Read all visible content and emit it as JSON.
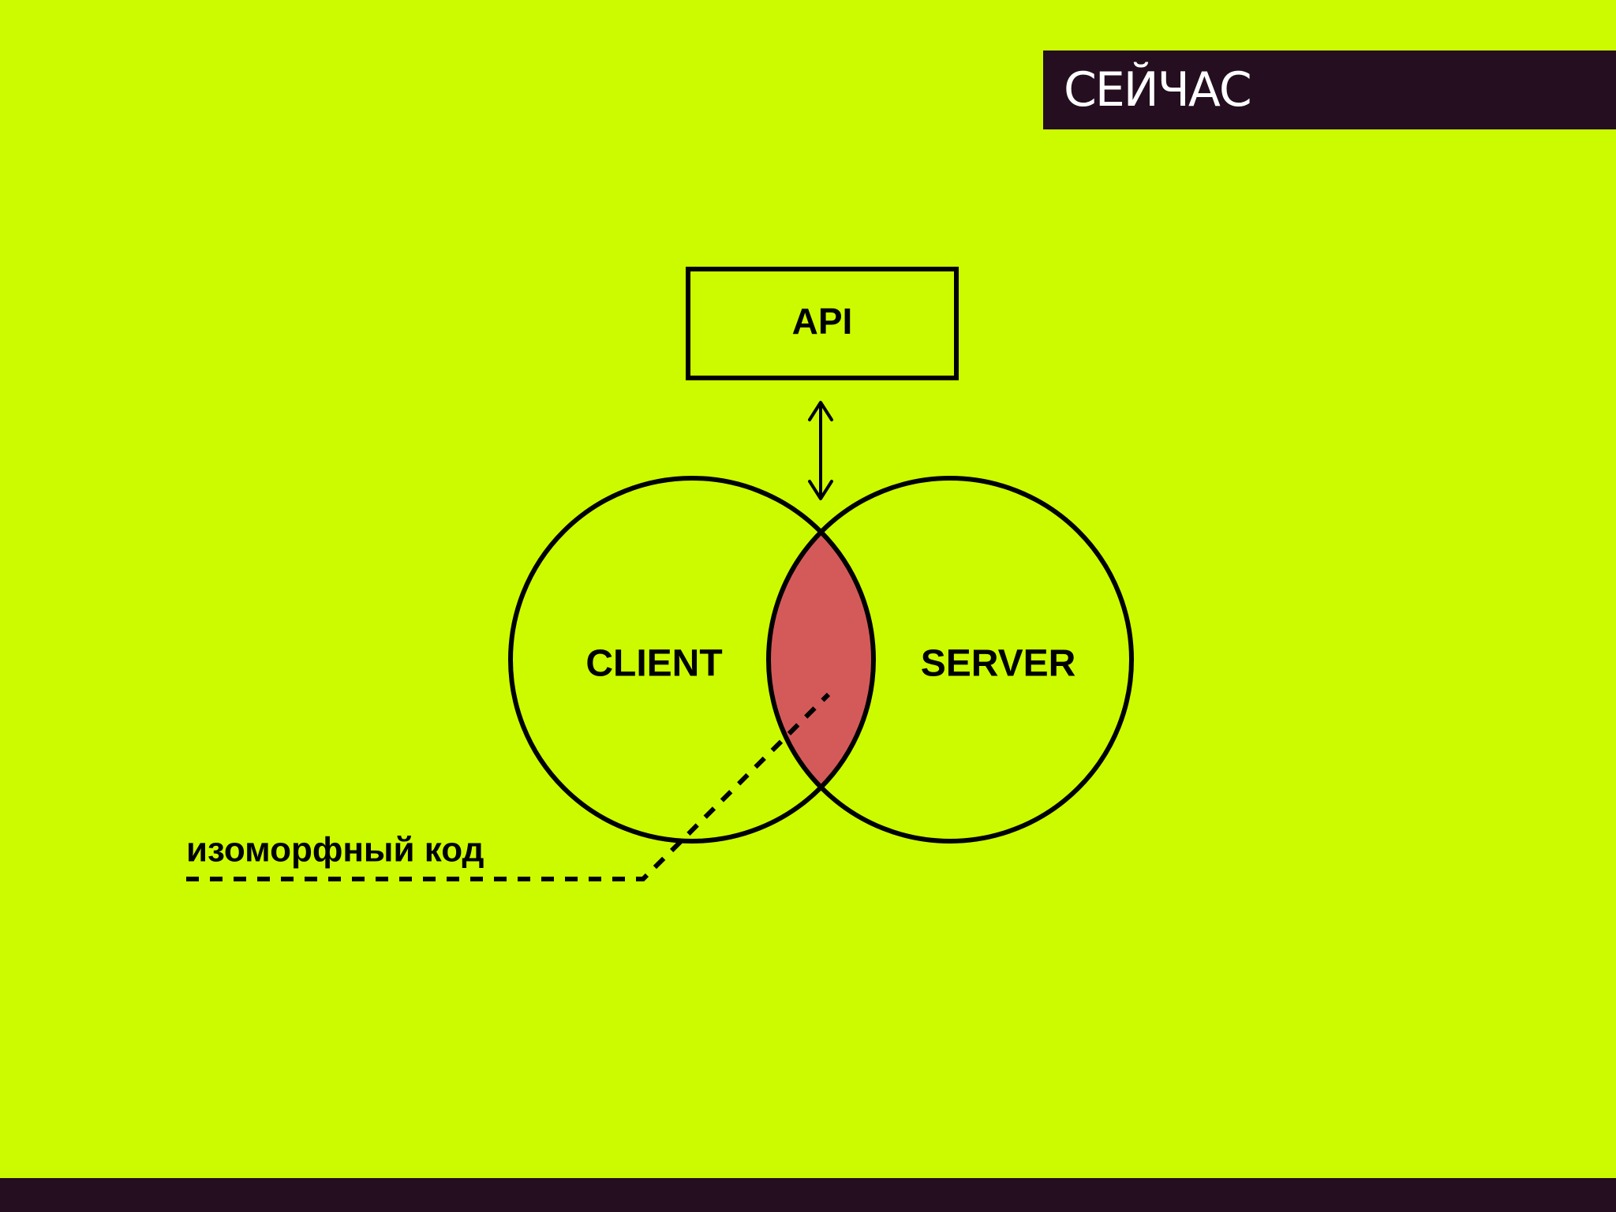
{
  "slide": {
    "title": "СЕЙЧАС"
  },
  "diagram": {
    "api_label": "API",
    "client_label": "CLIENT",
    "server_label": "SERVER",
    "annotation_label": "изоморфный код"
  },
  "colors": {
    "background": "#ccfb00",
    "bar": "#250e20",
    "intersection": "#d45a5a",
    "stroke": "#000000"
  }
}
